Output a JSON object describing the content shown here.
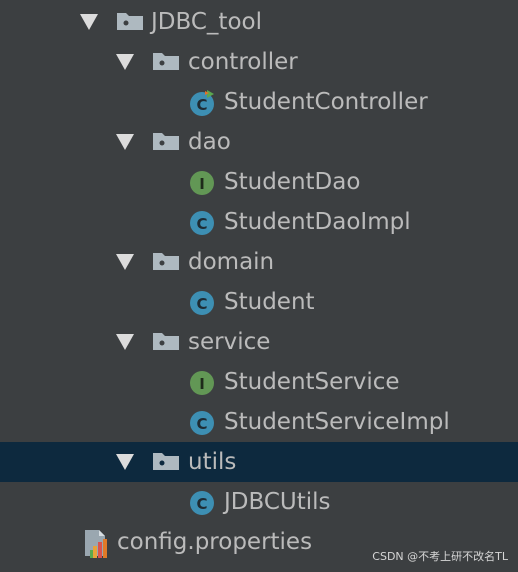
{
  "tree": {
    "jdbc_tool": "JDBC_tool",
    "controller": "controller",
    "student_controller": "StudentController",
    "dao": "dao",
    "student_dao": "StudentDao",
    "student_dao_impl": "StudentDaoImpl",
    "domain": "domain",
    "student": "Student",
    "service": "service",
    "student_service": "StudentService",
    "student_service_impl": "StudentServiceImpl",
    "utils": "utils",
    "jdbc_utils": "JDBCUtils",
    "config_properties": "config.properties"
  },
  "icons": {
    "class_letter": "C",
    "interface_letter": "I"
  },
  "watermark": "CSDN @不考上研不改名TL",
  "colors": {
    "background": "#3c3f41",
    "selection": "#0d293e",
    "text": "#bbbbbb",
    "class_icon": "#3d8fb3",
    "interface_icon": "#629755",
    "folder": "#aeb9c0"
  }
}
